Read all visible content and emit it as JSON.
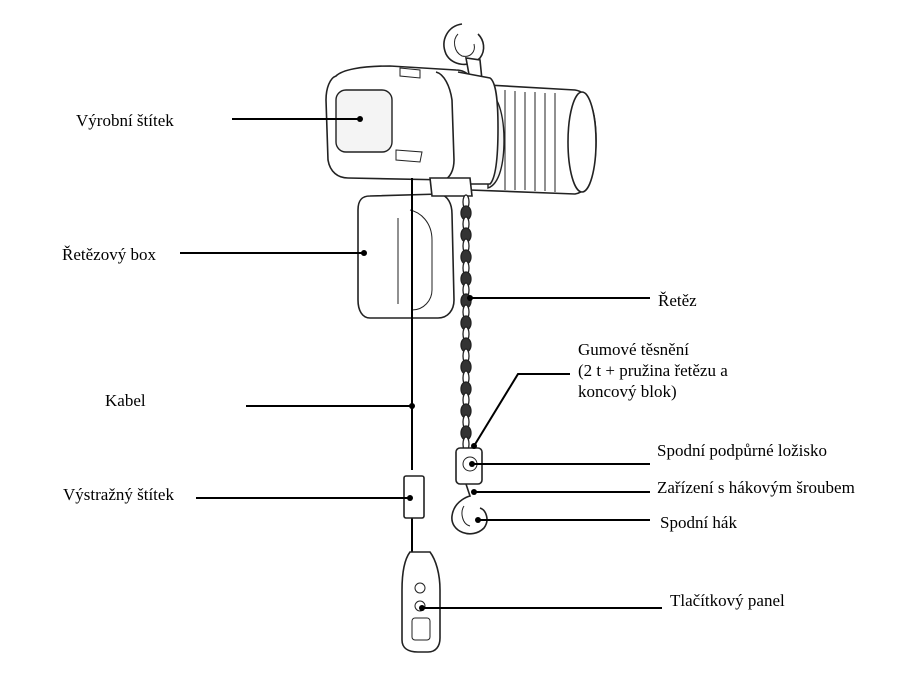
{
  "labels": {
    "vyrobni_stitek": "Výrobní štítek",
    "retezovy_box": "Řetězový box",
    "retez": "Řetěz",
    "gumove_tesneni_1": "Gumové těsnění",
    "gumove_tesneni_2": "(2 t + pružina řetězu a",
    "gumove_tesneni_3": "koncový blok)",
    "kabel": "Kabel",
    "spodni_lozisko": "Spodní podpůrné ložisko",
    "zarizeni": "Zařízení s hákovým šroubem",
    "vystrazny_stitek": "Výstražný štítek",
    "spodni_hak": "Spodní hák",
    "tlacitkovy_panel": "Tlačítkový panel"
  },
  "colors": {
    "line": "#000000",
    "outline": "#222222",
    "background": "#ffffff"
  }
}
